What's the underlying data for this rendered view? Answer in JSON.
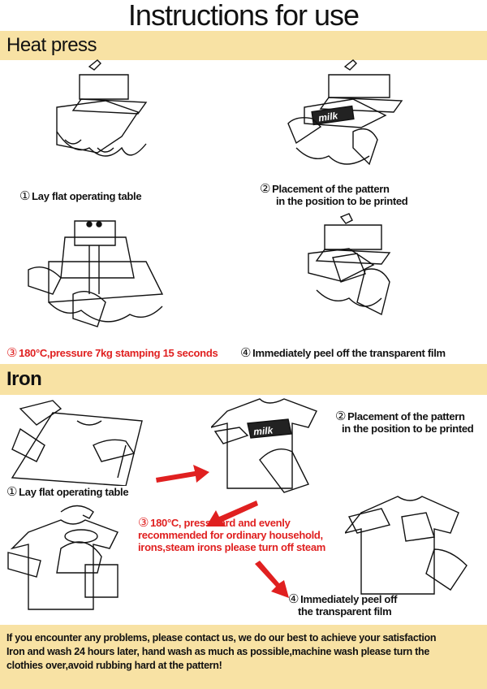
{
  "title": "Instructions for use",
  "heat_press": {
    "heading": "Heat press",
    "steps": [
      {
        "num": "①",
        "text": "Lay flat operating table"
      },
      {
        "num": "②",
        "line1": "Placement of the pattern",
        "line2": "in the position to be printed"
      },
      {
        "num": "③",
        "text": "180°C,pressure 7kg stamping 15 seconds"
      },
      {
        "num": "④",
        "text": "Immediately peel off the transparent film"
      }
    ]
  },
  "iron": {
    "heading": "Iron",
    "steps": [
      {
        "num": "①",
        "text": "Lay flat operating table"
      },
      {
        "num": "②",
        "line1": "Placement of the pattern",
        "line2": "in the position to be printed"
      },
      {
        "num": "③",
        "line1": "180°C, press hard and evenly",
        "line2": "recommended for ordinary household,",
        "line3": "irons,steam irons please turn off steam"
      },
      {
        "num": "④",
        "line1": "Immediately peel off",
        "line2": "the transparent film"
      }
    ]
  },
  "footer": {
    "line1": "If you encounter any problems, please contact us, we do our best to achieve your satisfaction",
    "line2": "Iron and wash 24 hours later, hand wash as much as possible,machine wash please turn the",
    "line3": "clothies over,avoid rubbing hard at the pattern!"
  },
  "logo_text": "milk",
  "colors": {
    "band": "#f8e2a4",
    "accent": "#e02020",
    "ink": "#111111"
  }
}
